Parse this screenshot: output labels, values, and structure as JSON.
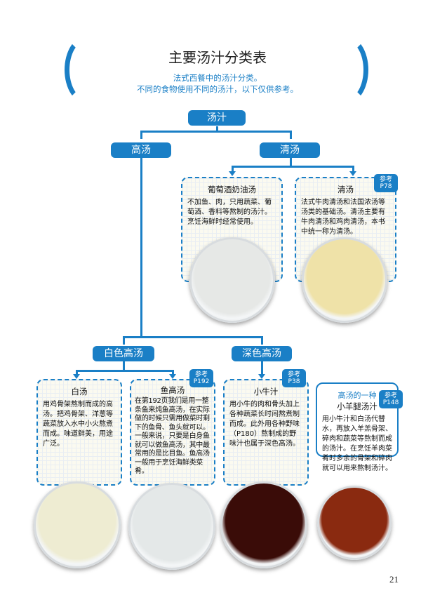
{
  "title": "主要汤汁分类表",
  "subtitle": [
    "法式西餐中的汤汁分类。",
    "不同的食物使用不同的汤汁，以下仅供参考。"
  ],
  "nodes": {
    "root": "汤汁",
    "stock": "高汤",
    "clear": "清汤",
    "white_stock": "白色高汤",
    "dark_stock": "深色高汤"
  },
  "cards": [
    {
      "title": "葡萄酒奶油汤",
      "body": "不加鱼、肉，只用蔬菜、葡萄酒、香料等熬制的汤汁。烹饪海鲜时经常使用。",
      "color": "#e6e8e6"
    },
    {
      "title": "清汤",
      "body": "法式牛肉清汤和法国浓汤等汤类的基础汤。清汤主要有牛肉清汤和鸡肉清汤，本书中统一称为清汤。",
      "ref": "参考",
      "page": "P78",
      "color": "#efe2a8"
    },
    {
      "title": "白汤",
      "body": "用鸡骨架熬制而成的高汤。把鸡骨架、洋葱等蔬菜放入水中小火熬煮而成。味道鲜美，用途广泛。",
      "color": "#eeecd2"
    },
    {
      "title": "鱼高汤",
      "body": "在第192页我们是用一整条鱼来炖鱼高汤，在实际做的时候只需用做菜时剩下的鱼骨、鱼头就可以。一般来说，只要是白身鱼就可以做鱼高汤，其中最常用的是比目鱼。鱼高汤一般用于烹饪海鲜类菜肴。",
      "ref": "参考",
      "page": "P192",
      "color": "#e4e8e8"
    },
    {
      "title": "小牛汁",
      "body": "用小牛的肉和骨头加上各种蔬菜长时间熬煮制而成。此外用各种野味（P180）熬制成的野味汁也属于深色高汤。",
      "ref": "参考",
      "page": "P38",
      "color": "#3a0c08"
    },
    {
      "kicker": "高汤的一种",
      "title": "小羊腿汤汁",
      "body": "用小牛汁和白汤代替水，再放入羊羔骨架、碎肉和蔬菜等熬制而成的汤汁。在烹饪羊肉菜肴时多余的骨架和碎肉就可以用来熬制汤汁。",
      "ref": "参考",
      "page": "P148",
      "color": "#8a2a10"
    }
  ],
  "page_number": "21",
  "accent": "#1a7fc6"
}
